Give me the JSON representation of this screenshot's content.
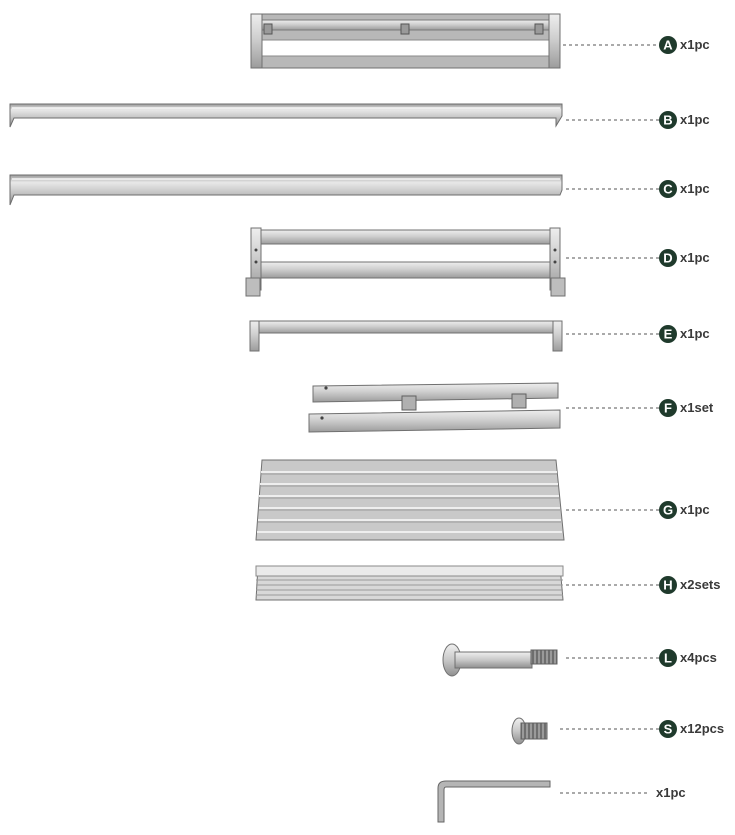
{
  "parts": [
    {
      "letter": "A",
      "qty": "x1pc",
      "item": "frame-a"
    },
    {
      "letter": "B",
      "qty": "x1pc",
      "item": "rail-b"
    },
    {
      "letter": "C",
      "qty": "x1pc",
      "item": "rail-c"
    },
    {
      "letter": "D",
      "qty": "x1pc",
      "item": "frame-d"
    },
    {
      "letter": "E",
      "qty": "x1pc",
      "item": "handle-e"
    },
    {
      "letter": "F",
      "qty": "x1set",
      "item": "brackets-f"
    },
    {
      "letter": "G",
      "qty": "x1pc",
      "item": "panel-g"
    },
    {
      "letter": "H",
      "qty": "x2sets",
      "item": "slats-h"
    },
    {
      "letter": "L",
      "qty": "x4pcs",
      "item": "long-bolt-l"
    },
    {
      "letter": "S",
      "qty": "x12pcs",
      "item": "short-bolt-s"
    },
    {
      "letter": "",
      "qty": "x1pc",
      "item": "allen-key"
    }
  ],
  "colors": {
    "metal_light": "#d6d6d6",
    "metal_mid": "#bdbdbd",
    "metal_dark": "#8e8e8e",
    "outline": "#6f6f6f",
    "badge": "#1f3a2c",
    "leader": "#555555"
  }
}
